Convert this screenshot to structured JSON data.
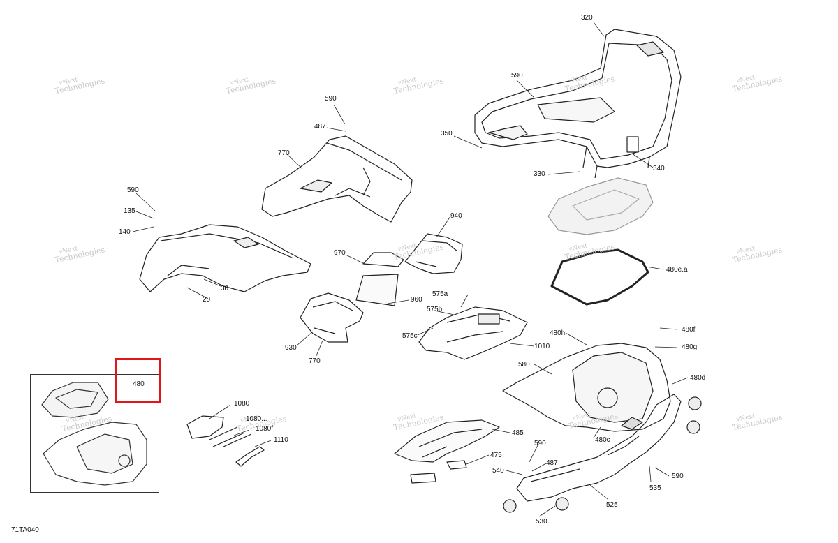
{
  "figure_code": "71TA040",
  "watermark": {
    "line1": "vNext",
    "line2": "Technologies"
  },
  "highlight": {
    "label": "480",
    "color": "#e0161b"
  },
  "callouts": [
    {
      "id": "320",
      "text": "320"
    },
    {
      "id": "590a",
      "text": "590"
    },
    {
      "id": "350",
      "text": "350"
    },
    {
      "id": "340",
      "text": "340"
    },
    {
      "id": "330",
      "text": "330"
    },
    {
      "id": "590b",
      "text": "590"
    },
    {
      "id": "487a",
      "text": "487"
    },
    {
      "id": "770a",
      "text": "770"
    },
    {
      "id": "590c",
      "text": "590"
    },
    {
      "id": "135",
      "text": "135"
    },
    {
      "id": "140",
      "text": "140"
    },
    {
      "id": "30",
      "text": "30"
    },
    {
      "id": "20",
      "text": "20"
    },
    {
      "id": "940",
      "text": "940"
    },
    {
      "id": "970",
      "text": "970"
    },
    {
      "id": "960",
      "text": "960"
    },
    {
      "id": "930",
      "text": "930"
    },
    {
      "id": "770b",
      "text": "770"
    },
    {
      "id": "575a",
      "text": "575a"
    },
    {
      "id": "575b",
      "text": "575b"
    },
    {
      "id": "575c",
      "text": "575c"
    },
    {
      "id": "1010",
      "text": "1010"
    },
    {
      "id": "580",
      "text": "580"
    },
    {
      "id": "480ea",
      "text": "480e.a"
    },
    {
      "id": "480h",
      "text": "480h"
    },
    {
      "id": "480f",
      "text": "480f"
    },
    {
      "id": "480g",
      "text": "480g"
    },
    {
      "id": "480d",
      "text": "480d"
    },
    {
      "id": "480c",
      "text": "480c"
    },
    {
      "id": "1080",
      "text": "1080"
    },
    {
      "id": "1080x",
      "text": "1080..."
    },
    {
      "id": "1080f",
      "text": "1080f"
    },
    {
      "id": "1110",
      "text": "1110"
    },
    {
      "id": "485",
      "text": "485"
    },
    {
      "id": "475",
      "text": "475"
    },
    {
      "id": "590d",
      "text": "590"
    },
    {
      "id": "487b",
      "text": "487"
    },
    {
      "id": "540",
      "text": "540"
    },
    {
      "id": "525",
      "text": "525"
    },
    {
      "id": "535",
      "text": "535"
    },
    {
      "id": "590e",
      "text": "590"
    },
    {
      "id": "530",
      "text": "530"
    }
  ]
}
